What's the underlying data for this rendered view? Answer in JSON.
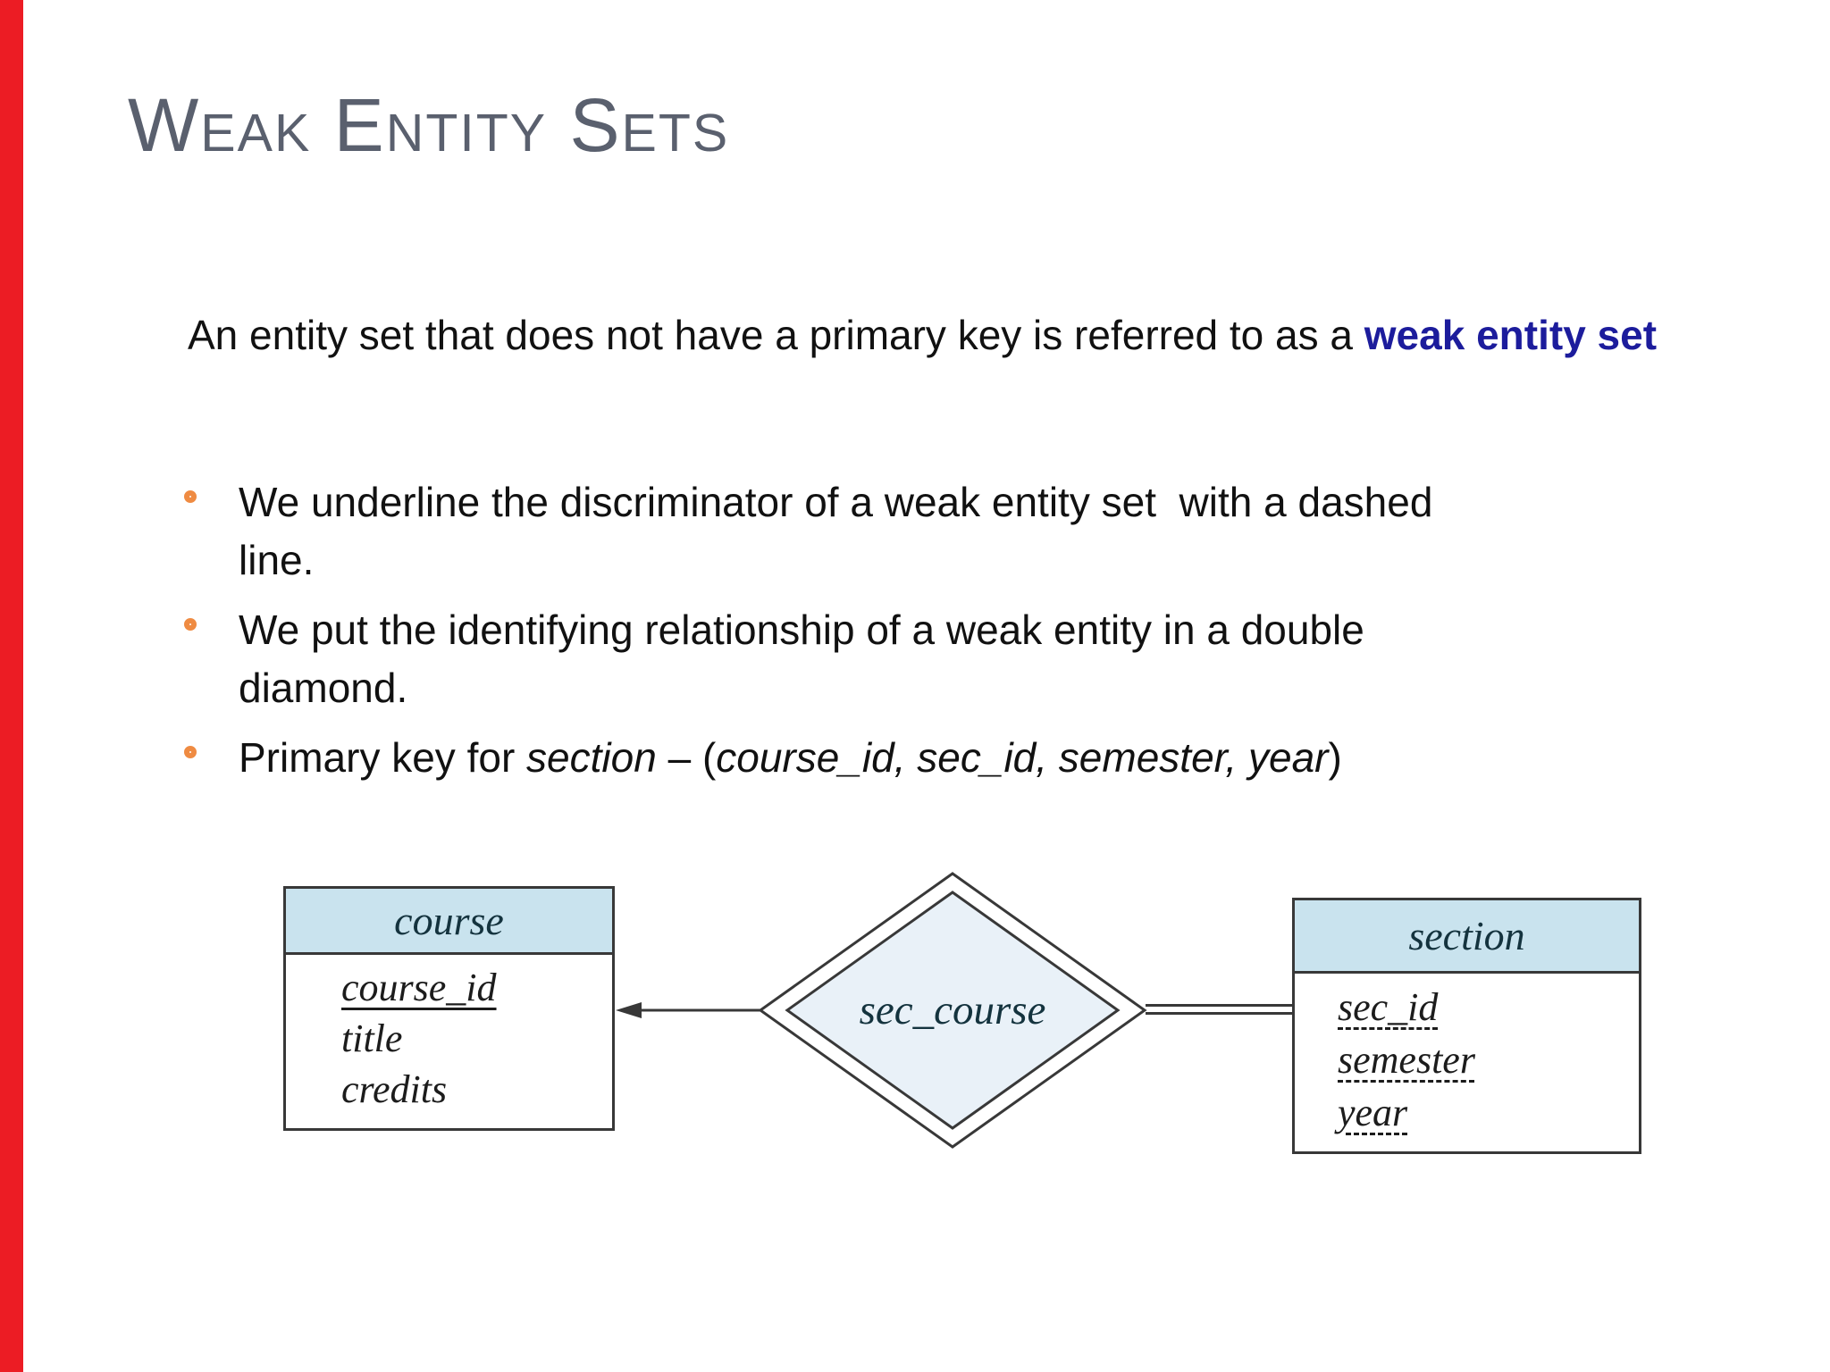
{
  "slide": {
    "title": "Weak Entity Sets"
  },
  "intro": {
    "text": "An entity set that does not have a primary key is referred to as a ",
    "highlight": "weak entity set"
  },
  "bullets": [
    {
      "segments": [
        {
          "text": "We underline the discriminator of a weak entity set  with a dashed\nline.",
          "italic": false
        }
      ]
    },
    {
      "segments": [
        {
          "text": "We put the identifying relationship of a weak entity in a double\ndiamond.",
          "italic": false
        }
      ]
    },
    {
      "segments": [
        {
          "text": "Primary key for ",
          "italic": false
        },
        {
          "text": "section",
          "italic": true
        },
        {
          "text": " – (",
          "italic": false
        },
        {
          "text": "course_id, sec_id, semester, year",
          "italic": true
        },
        {
          "text": ")",
          "italic": false
        }
      ]
    }
  ],
  "diagram": {
    "course_entity": {
      "name": "course",
      "attributes": [
        {
          "name": "course_id",
          "underline": "solid"
        },
        {
          "name": "title",
          "underline": "none"
        },
        {
          "name": "credits",
          "underline": "none"
        }
      ]
    },
    "relationship": {
      "name": "sec_course",
      "shape": "double-diamond"
    },
    "section_entity": {
      "name": "section",
      "attributes": [
        {
          "name": "sec_id",
          "underline": "dashed"
        },
        {
          "name": "semester",
          "underline": "dashed"
        },
        {
          "name": "year",
          "underline": "dashed"
        }
      ]
    },
    "connectors": [
      {
        "from": "sec_course",
        "to": "course",
        "style": "arrow"
      },
      {
        "from": "sec_course",
        "to": "section",
        "style": "double-line"
      }
    ]
  },
  "colors": {
    "accent_bar": "#EC1C24",
    "title_gray": "#5A606E",
    "highlight_blue": "#1C1C9C",
    "bullet_orange": "#EF8B42",
    "entity_header_fill": "#C9E3EE",
    "diamond_fill": "#E9F1F8",
    "diagram_border": "#383838",
    "entity_name_text": "#14333E",
    "attr_text": "#1C1C1C",
    "body_text": "#111111"
  }
}
